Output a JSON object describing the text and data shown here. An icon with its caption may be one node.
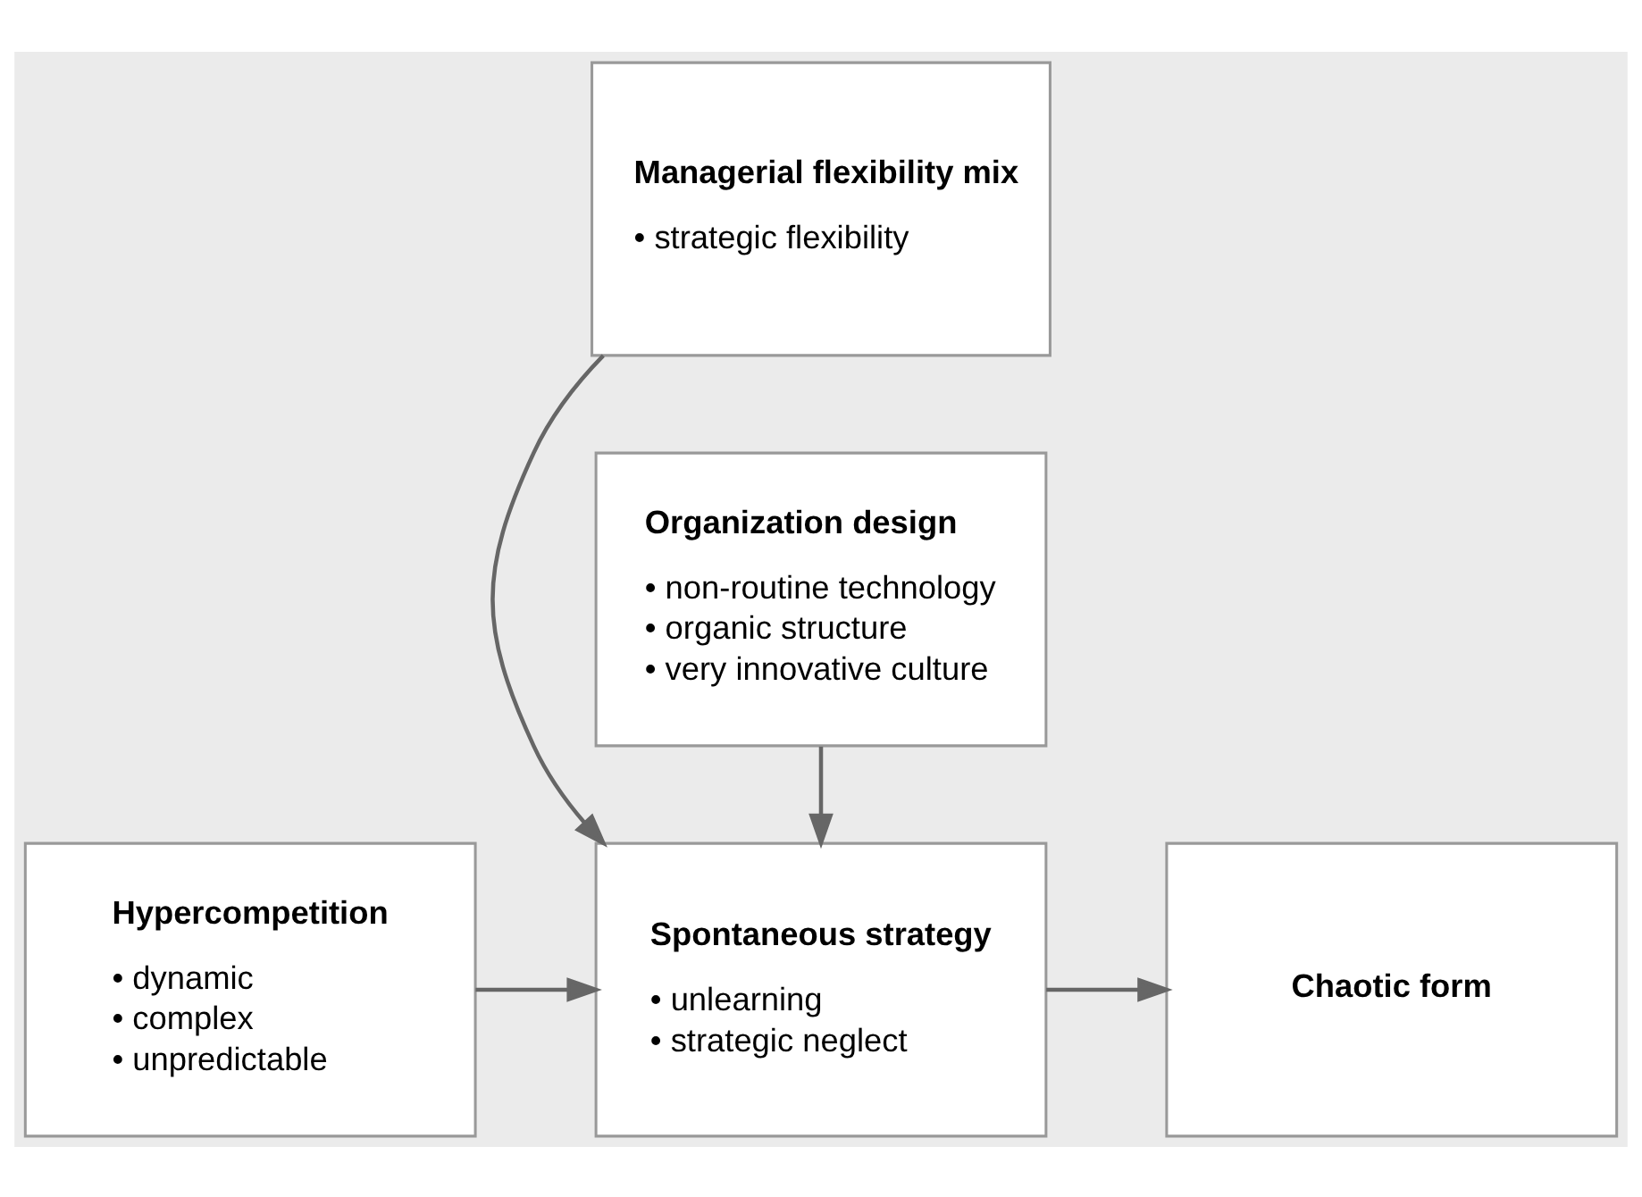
{
  "diagram": {
    "nodes": [
      {
        "text": [
          "Managerial flexibility mix",
          "• strategic flexibility"
        ]
      },
      {
        "text": [
          "Hypercompetition",
          "• dynamic",
          "• complex",
          "• unpredictable"
        ]
      },
      {
        "text": [
          "Spontaneous strategy",
          "• unlearning",
          "• strategic neglect"
        ]
      },
      {
        "text": [
          "Chaotic form"
        ]
      },
      {
        "text": [
          "Organization design",
          "• non-routine technology",
          "• organic structure",
          "• very innovative culture"
        ]
      }
    ],
    "edges": [
      {
        "from": 0,
        "to": 2,
        "arrow": "to"
      },
      {
        "from": 1,
        "to": 2,
        "arrow": "to"
      },
      {
        "from": 2,
        "to": 3,
        "arrow": "to"
      },
      {
        "from": 4,
        "to": 2,
        "arrow": "to"
      }
    ]
  }
}
